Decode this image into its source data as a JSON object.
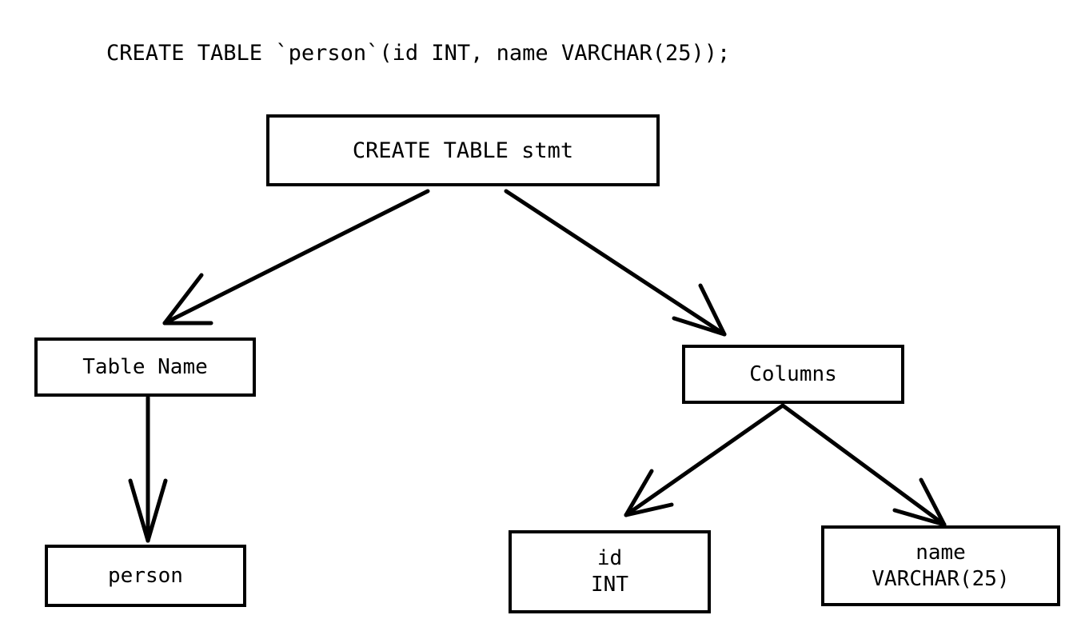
{
  "caption": {
    "text": "CREATE TABLE `person`(id INT, name VARCHAR(25));"
  },
  "colors": {
    "background": "#ffffff",
    "stroke": "#000000",
    "text": "#000000"
  },
  "diagram": {
    "type": "parse-tree",
    "nodes": [
      {
        "id": "root",
        "label": "CREATE TABLE stmt",
        "line1": "CREATE TABLE stmt",
        "line2": ""
      },
      {
        "id": "tablename",
        "label": "Table Name",
        "line1": "Table Name",
        "line2": ""
      },
      {
        "id": "person",
        "label": "person",
        "line1": "person",
        "line2": ""
      },
      {
        "id": "columns",
        "label": "Columns",
        "line1": "Columns",
        "line2": ""
      },
      {
        "id": "id",
        "label": "id INT",
        "line1": "id",
        "line2": "INT"
      },
      {
        "id": "name",
        "label": "name VARCHAR(25)",
        "line1": "name",
        "line2": "VARCHAR(25)"
      }
    ],
    "edges": [
      {
        "from": "root",
        "to": "tablename",
        "arrow": "open-v"
      },
      {
        "from": "root",
        "to": "columns",
        "arrow": "open-v"
      },
      {
        "from": "tablename",
        "to": "person",
        "arrow": "open-v"
      },
      {
        "from": "columns",
        "to": "id",
        "arrow": "open-v"
      },
      {
        "from": "columns",
        "to": "name",
        "arrow": "open-v"
      }
    ]
  }
}
